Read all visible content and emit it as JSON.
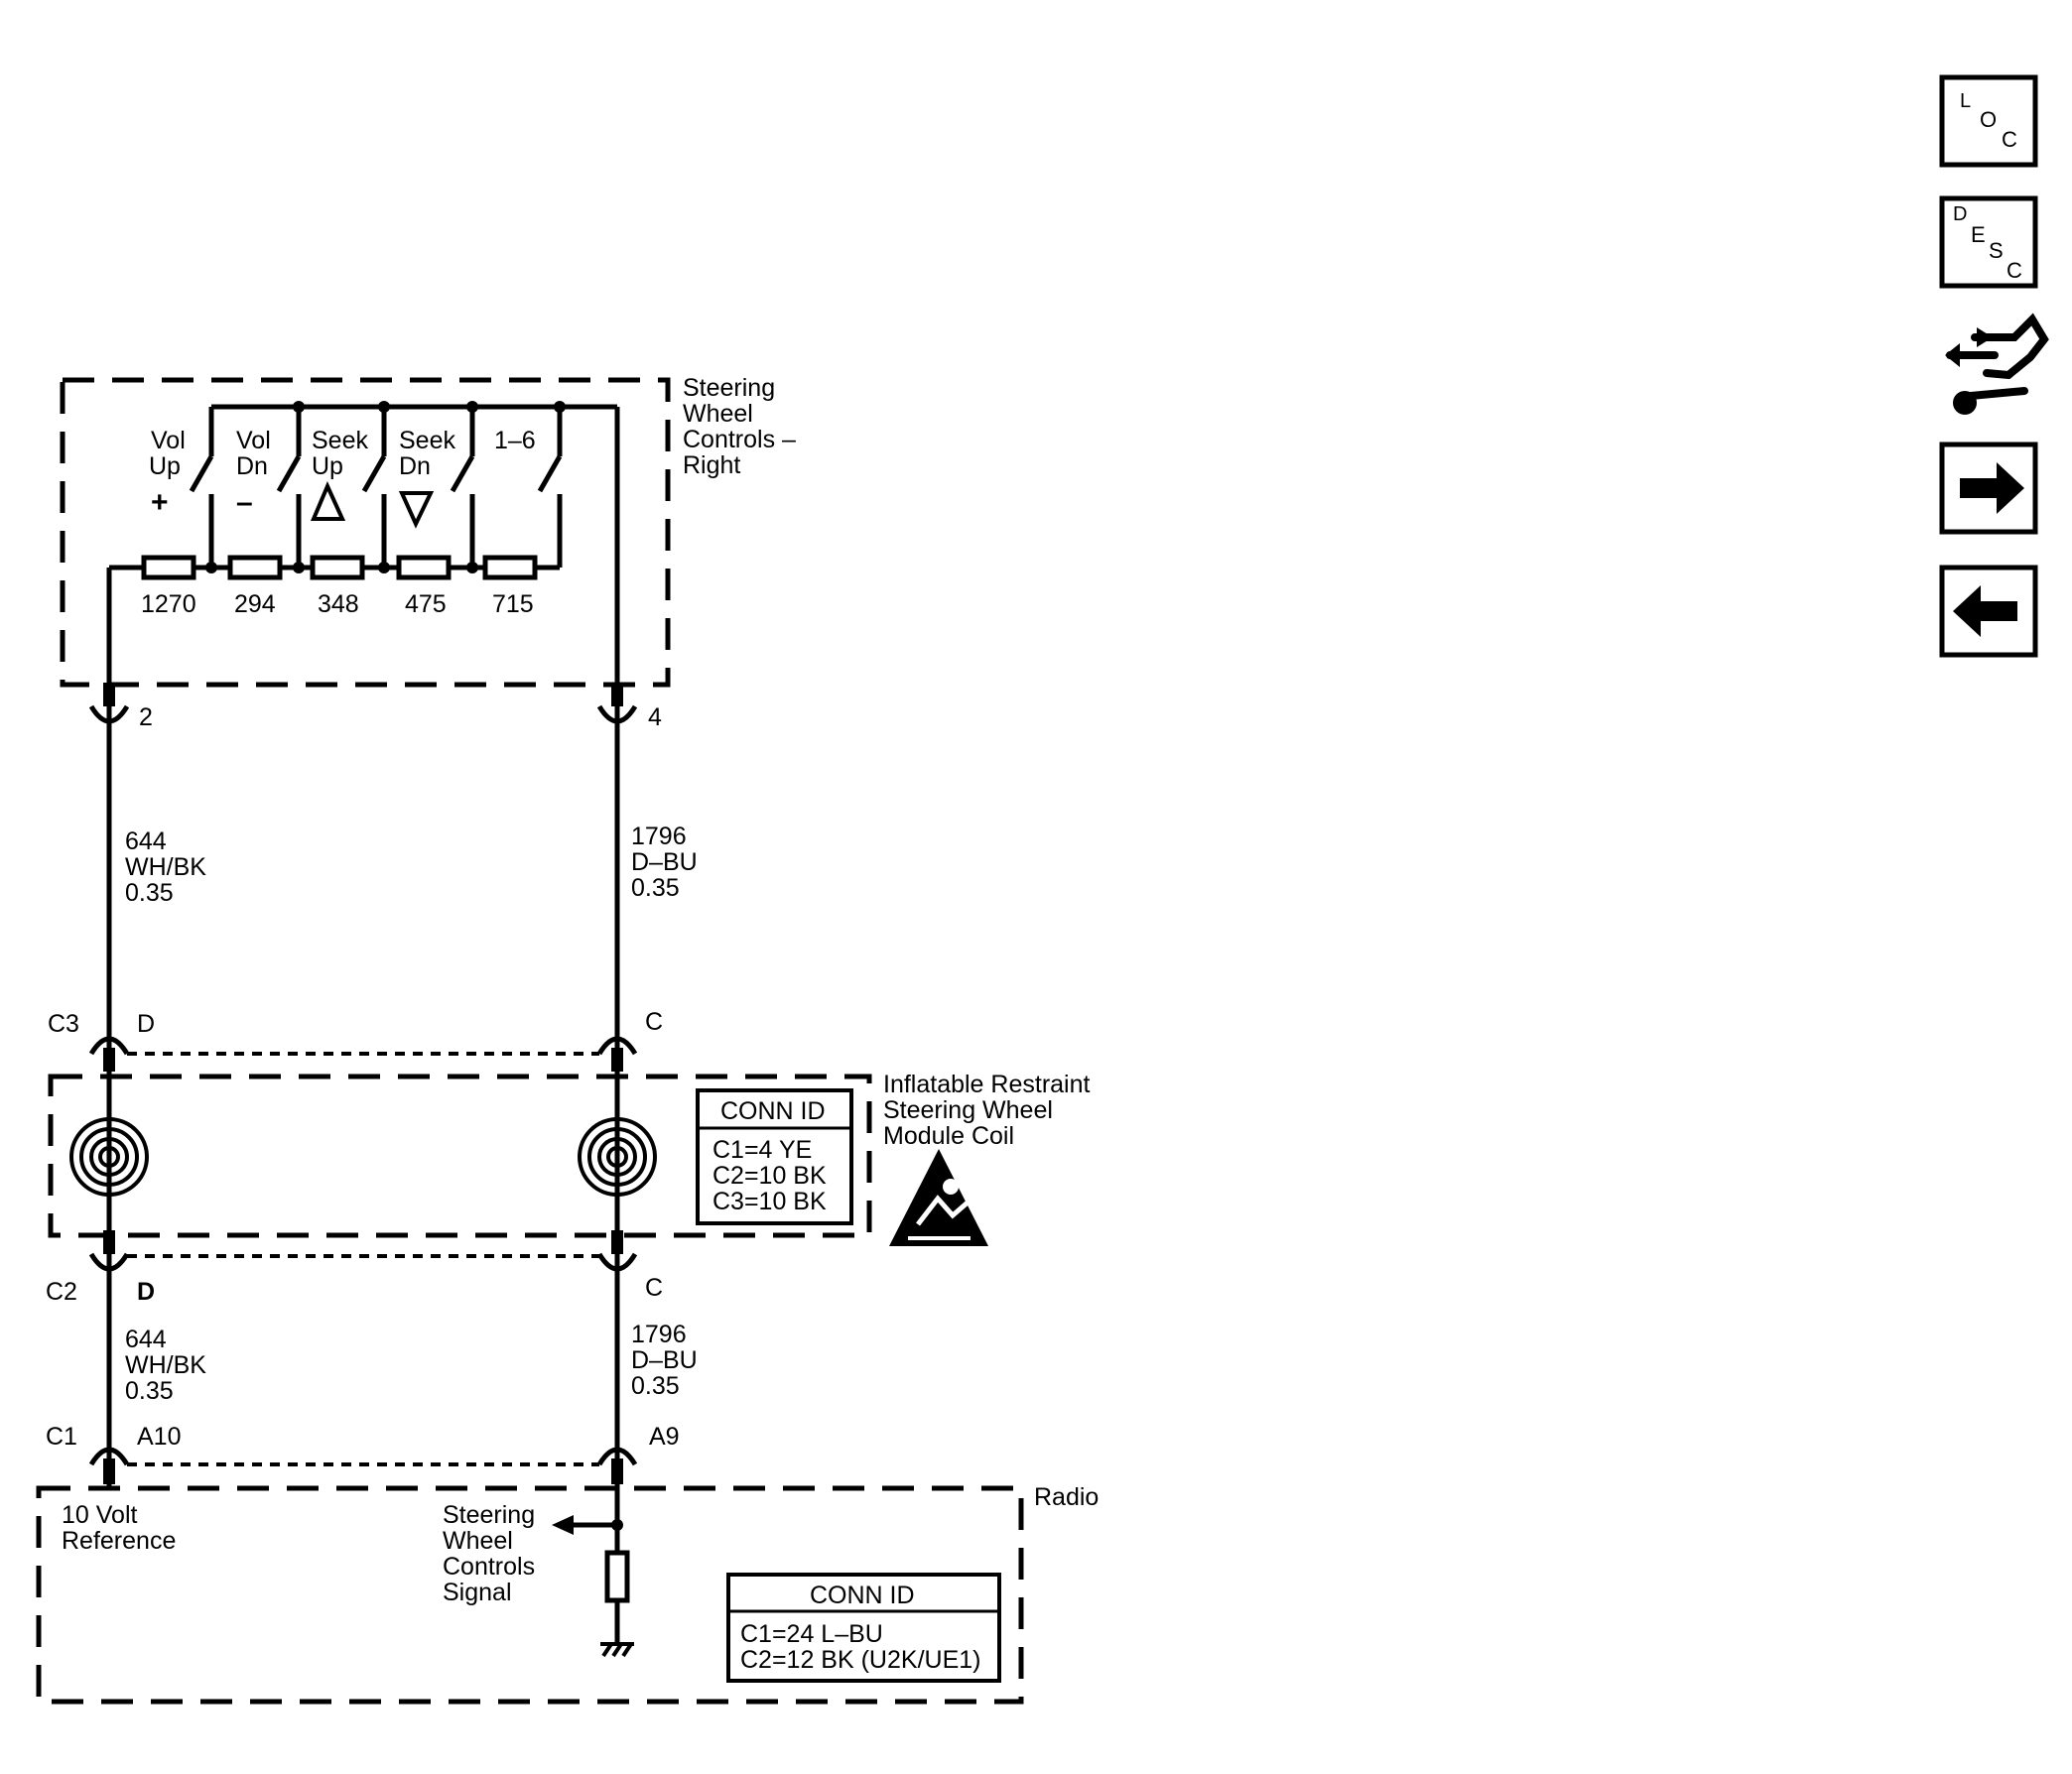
{
  "switch_module": {
    "title": [
      "Steering",
      "Wheel",
      "Controls –",
      "Right"
    ],
    "switches": [
      {
        "line1": "Vol",
        "line2": "Up",
        "symbol": "+"
      },
      {
        "line1": "Vol",
        "line2": "Dn",
        "symbol": "–"
      },
      {
        "line1": "Seek",
        "line2": "Up",
        "symbol": "triangle-up"
      },
      {
        "line1": "Seek",
        "line2": "Dn",
        "symbol": "triangle-down"
      },
      {
        "line1": "1–6",
        "line2": "",
        "symbol": ""
      }
    ],
    "resistors": [
      "1270",
      "294",
      "348",
      "475",
      "715"
    ],
    "pin_left": "2",
    "pin_right": "4"
  },
  "wires_upper": {
    "left": [
      "644",
      "WH/BK",
      "0.35"
    ],
    "right": [
      "1796",
      "D–BU",
      "0.35"
    ]
  },
  "connector_c3": {
    "name": "C3",
    "left_pin": "D",
    "right_pin": "C"
  },
  "coil_module": {
    "title": [
      "Inflatable Restraint",
      "Steering Wheel",
      "Module Coil"
    ],
    "conn_id_header": "CONN ID",
    "conn_id_lines": [
      "C1=4 YE",
      "C2=10 BK",
      "C3=10 BK"
    ]
  },
  "connector_c2": {
    "name": "C2",
    "left_pin": "D",
    "right_pin": "C"
  },
  "wires_lower": {
    "left": [
      "644",
      "WH/BK",
      "0.35"
    ],
    "right": [
      "1796",
      "D–BU",
      "0.35"
    ]
  },
  "connector_c1": {
    "name": "C1",
    "left_pin": "A10",
    "right_pin": "A9"
  },
  "radio": {
    "title": "Radio",
    "ref_label": [
      "10 Volt",
      "Reference"
    ],
    "signal_label": [
      "Steering",
      "Wheel",
      "Controls",
      "Signal"
    ],
    "conn_id_header": "CONN ID",
    "conn_id_lines": [
      "C1=24 L–BU",
      "C2=12 BK (U2K/UE1)"
    ]
  },
  "nav": {
    "loc": [
      "L",
      "O",
      "C"
    ],
    "desc": [
      "D",
      "E",
      "S",
      "C"
    ]
  }
}
